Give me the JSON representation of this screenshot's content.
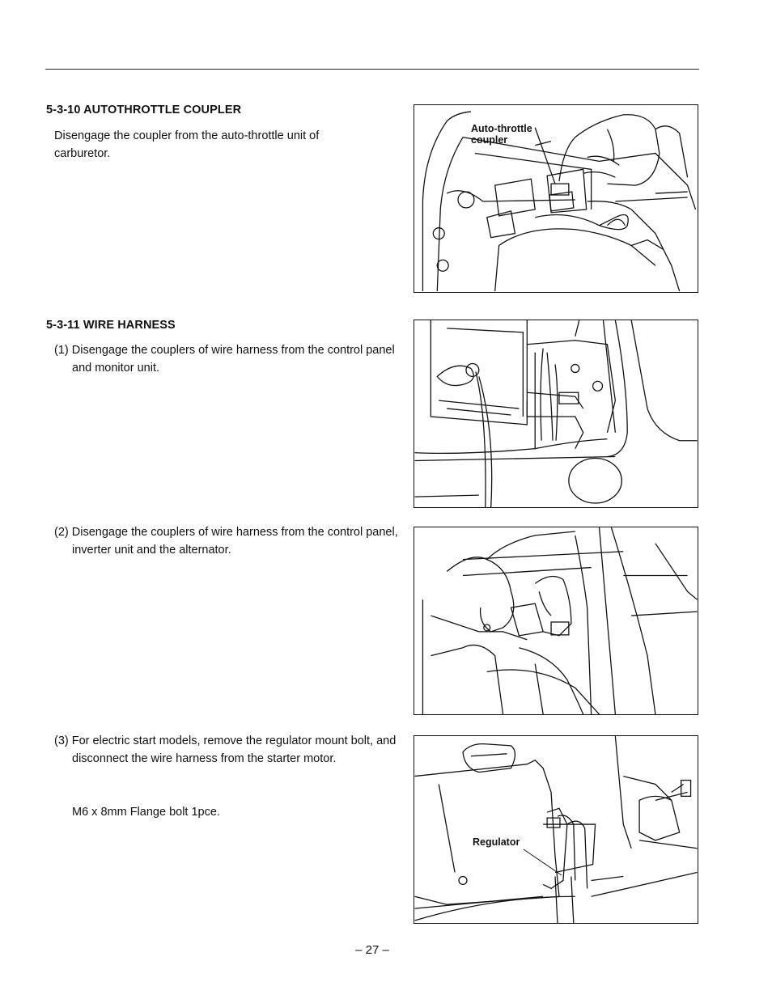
{
  "sections": [
    {
      "heading": "5-3-10 AUTOTHROTTLE COUPLER",
      "text_line1": "Disengage the coupler from the auto-throttle unit of",
      "text_line2": "carburetor.",
      "figure_callout_line1": "Auto-throttle",
      "figure_callout_line2": "coupler"
    },
    {
      "heading": "5-3-11 WIRE HARNESS",
      "steps": [
        "(1) Disengage the couplers of wire harness from the control panel and monitor unit.",
        "(2) Disengage the couplers of wire harness from the control panel, inverter unit and the alternator.",
        "(3) For electric start models, remove the regulator mount bolt, and disconnect the wire harness from the starter motor."
      ],
      "fastener_note": "M6 x 8mm Flange bolt   1pce.",
      "figure3_callout": "Regulator"
    }
  ],
  "page_number": "– 27 –"
}
